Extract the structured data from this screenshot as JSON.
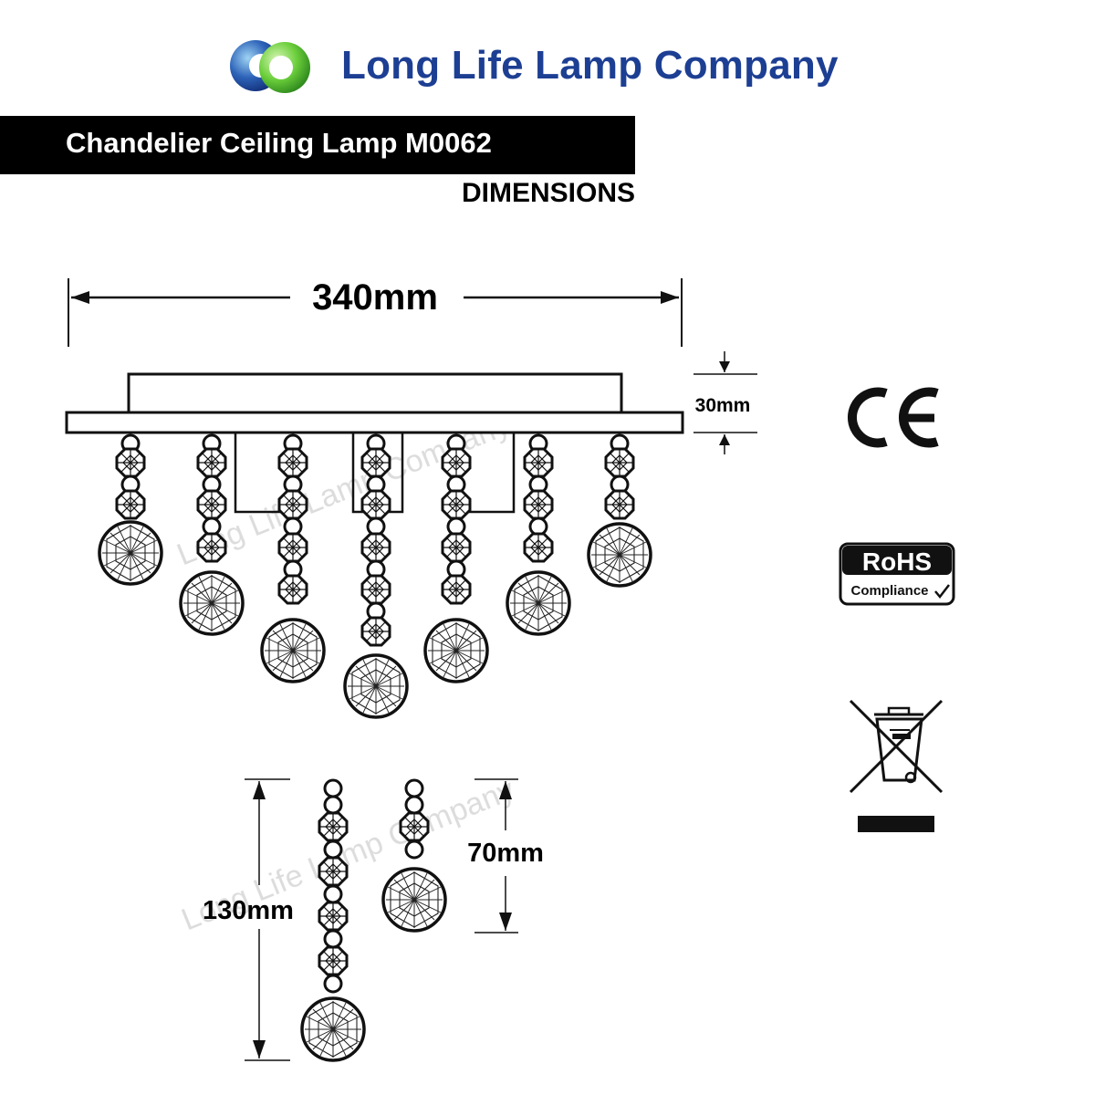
{
  "brand": {
    "name": "Long Life Lamp Company",
    "logo_colors": [
      "#1d3f93",
      "#4aa5e0",
      "#5cc63a"
    ]
  },
  "product": {
    "title": "Chandelier Ceiling Lamp M0062",
    "subtitle": "DIMENSIONS"
  },
  "dimensions": {
    "width": "340mm",
    "height": "30mm",
    "long_drop": "130mm",
    "short_drop": "70mm"
  },
  "watermark": "Long Life Lamp Company",
  "certifications": {
    "ce": "CE",
    "rohs_title": "RoHS",
    "rohs_sub": "Compliance",
    "weee": "weee-crossed-bin-icon"
  }
}
